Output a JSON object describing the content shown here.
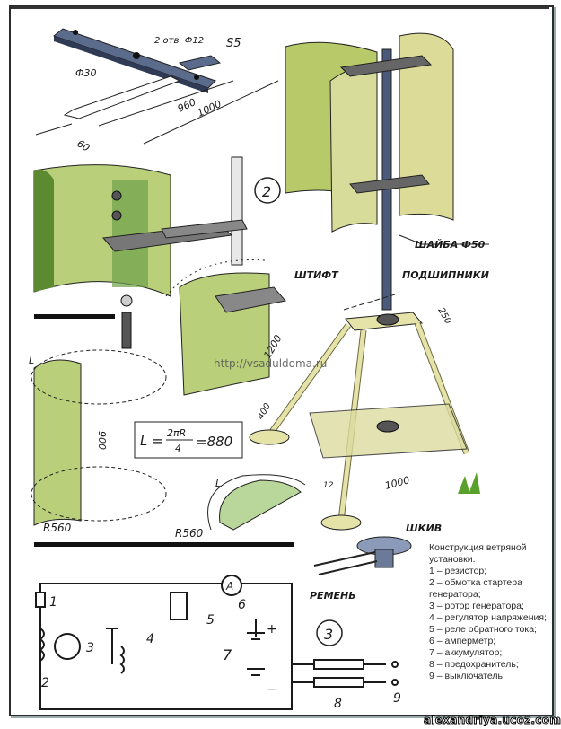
{
  "colors": {
    "panel_green": "#c9d98a",
    "panel_dark": "#4f7d2c",
    "wood": "#e5e3a8",
    "metal": "#4a5a7a",
    "line": "#1a1a1a"
  },
  "drawing_1": {
    "holes": "2 отв. Ф12",
    "thickness": "S5",
    "hole_dia": "Ф30",
    "length_inner": "960",
    "length_outer": "1000",
    "width": "60"
  },
  "marker_2": "2",
  "marker_3": "3",
  "rotor": {
    "washer": "ШАЙБА Ф50"
  },
  "stand": {
    "pin": "ШТИФТ",
    "bearings": "ПОДШИПНИКИ",
    "top_size": "250",
    "leg_length": "1200",
    "foot_size": "400",
    "base": "1000"
  },
  "blade": {
    "arc": "L",
    "height": "900",
    "radius": "R560"
  },
  "formula": {
    "lhs": "L =",
    "num": "2πR",
    "den": "4",
    "rhs": "=880"
  },
  "end_plate": {
    "arc": "L",
    "radius": "R560",
    "thickness": "12"
  },
  "pulley": {
    "pulley": "ШКИВ",
    "belt": "РЕМЕНЬ"
  },
  "circuit": {
    "n1": "1",
    "n2": "2",
    "n3": "3",
    "n4": "4",
    "n5": "5",
    "n6": "6",
    "n7": "7",
    "n8": "8",
    "n9": "9",
    "ammeter": "A",
    "plus": "+",
    "minus": "−"
  },
  "watermark": "http://vsaduldoma.ru",
  "legend": {
    "title": "Конструкция ветряной установки.",
    "items": [
      "1 – резистор;",
      "2 – обмотка стартера генератора;",
      "3 – ротор генератора;",
      "4 – регулятор напряжения;",
      "5 – реле обратного тока;",
      "6 – амперметр;",
      "7 – аккумулятор;",
      "8 – предохранитель;",
      "9 – выключатель."
    ]
  },
  "site": "alexandriya.ucoz.com"
}
